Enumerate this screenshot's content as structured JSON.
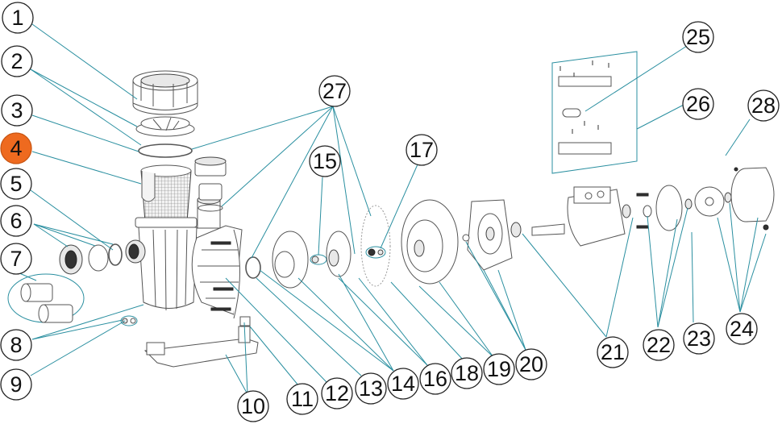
{
  "diagram": {
    "title": "Pool pump exploded parts diagram",
    "highlight_color": "#ee6a1f",
    "leader_color": "#2a8fa0",
    "highlighted_part": "4",
    "callouts": [
      {
        "id": "c1",
        "label": "1"
      },
      {
        "id": "c2",
        "label": "2"
      },
      {
        "id": "c3",
        "label": "3"
      },
      {
        "id": "c4",
        "label": "4"
      },
      {
        "id": "c5",
        "label": "5"
      },
      {
        "id": "c6",
        "label": "6"
      },
      {
        "id": "c7",
        "label": "7"
      },
      {
        "id": "c8",
        "label": "8"
      },
      {
        "id": "c9",
        "label": "9"
      },
      {
        "id": "c10",
        "label": "10"
      },
      {
        "id": "c11",
        "label": "11"
      },
      {
        "id": "c12",
        "label": "12"
      },
      {
        "id": "c13",
        "label": "13"
      },
      {
        "id": "c14",
        "label": "14"
      },
      {
        "id": "c15",
        "label": "15"
      },
      {
        "id": "c16",
        "label": "16"
      },
      {
        "id": "c17",
        "label": "17"
      },
      {
        "id": "c18",
        "label": "18"
      },
      {
        "id": "c19",
        "label": "19"
      },
      {
        "id": "c20",
        "label": "20"
      },
      {
        "id": "c21",
        "label": "21"
      },
      {
        "id": "c22",
        "label": "22"
      },
      {
        "id": "c23",
        "label": "23"
      },
      {
        "id": "c24",
        "label": "24"
      },
      {
        "id": "c25",
        "label": "25"
      },
      {
        "id": "c26",
        "label": "26"
      },
      {
        "id": "c27",
        "label": "27"
      },
      {
        "id": "c28",
        "label": "28"
      }
    ]
  }
}
